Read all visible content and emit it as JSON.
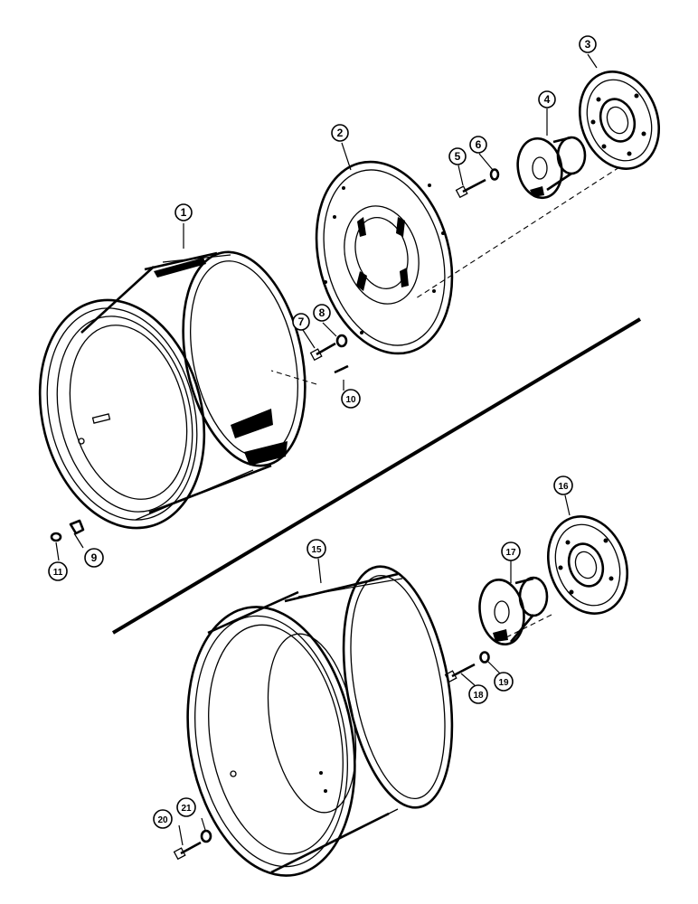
{
  "diagram": {
    "callouts": [
      "1",
      "2",
      "3",
      "4",
      "5",
      "6",
      "7",
      "8",
      "9",
      "10",
      "11",
      "15",
      "16",
      "17",
      "18",
      "19",
      "20",
      "21"
    ]
  }
}
